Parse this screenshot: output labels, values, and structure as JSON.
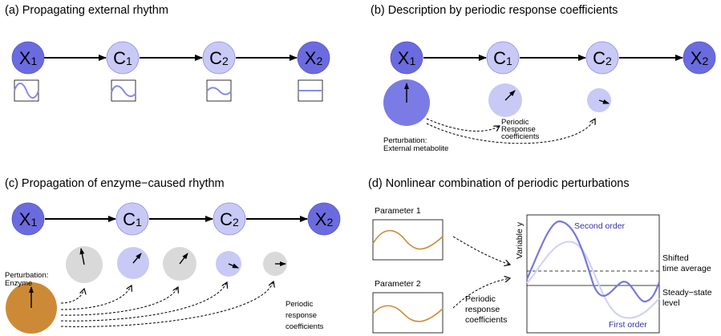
{
  "panels": {
    "a": {
      "title": "(a) Propagating external rhythm",
      "nodes": [
        {
          "letter": "X",
          "sub": "1"
        },
        {
          "letter": "C",
          "sub": "1"
        },
        {
          "letter": "C",
          "sub": "2"
        },
        {
          "letter": "X",
          "sub": "2"
        }
      ]
    },
    "b": {
      "title": "(b) Description by periodic response coefficients",
      "nodes": [
        {
          "letter": "X",
          "sub": "1"
        },
        {
          "letter": "C",
          "sub": "1"
        },
        {
          "letter": "C",
          "sub": "2"
        },
        {
          "letter": "X",
          "sub": "2"
        }
      ],
      "response_label": [
        "Periodic",
        "Response",
        "coefficients"
      ],
      "perturbation_label": [
        "Perturbation:",
        "External metabolite"
      ]
    },
    "c": {
      "title": "(c) Propagation of enzyme−caused rhythm",
      "nodes": [
        {
          "letter": "X",
          "sub": "1"
        },
        {
          "letter": "C",
          "sub": "1"
        },
        {
          "letter": "C",
          "sub": "2"
        },
        {
          "letter": "X",
          "sub": "2"
        }
      ],
      "perturbation_label": [
        "Perturbation:",
        "Enzyme"
      ],
      "response_label": [
        "Periodic",
        "response",
        "coefficients"
      ]
    },
    "d": {
      "title": "(d) Nonlinear combination of periodic perturbations",
      "param1": "Parameter 1",
      "param2": "Parameter 2",
      "response_label": [
        "Periodic",
        "response",
        "coefficients"
      ],
      "ylabel": "Variable y",
      "second_order": "Second order",
      "first_order": "First order",
      "shifted_label": [
        "Shifted",
        "time average"
      ],
      "steady_label": [
        "Steady−state",
        "level"
      ]
    }
  },
  "colors": {
    "node_dark": "#6b6be0",
    "node_light": "#c9c9f6",
    "node_mid": "#a9a9f0",
    "wave": "#8a8ae6",
    "gray": "#d9d9d9",
    "orange": "#cd8a36",
    "second_order": "#7777dd",
    "first_order": "#cfcff4"
  }
}
